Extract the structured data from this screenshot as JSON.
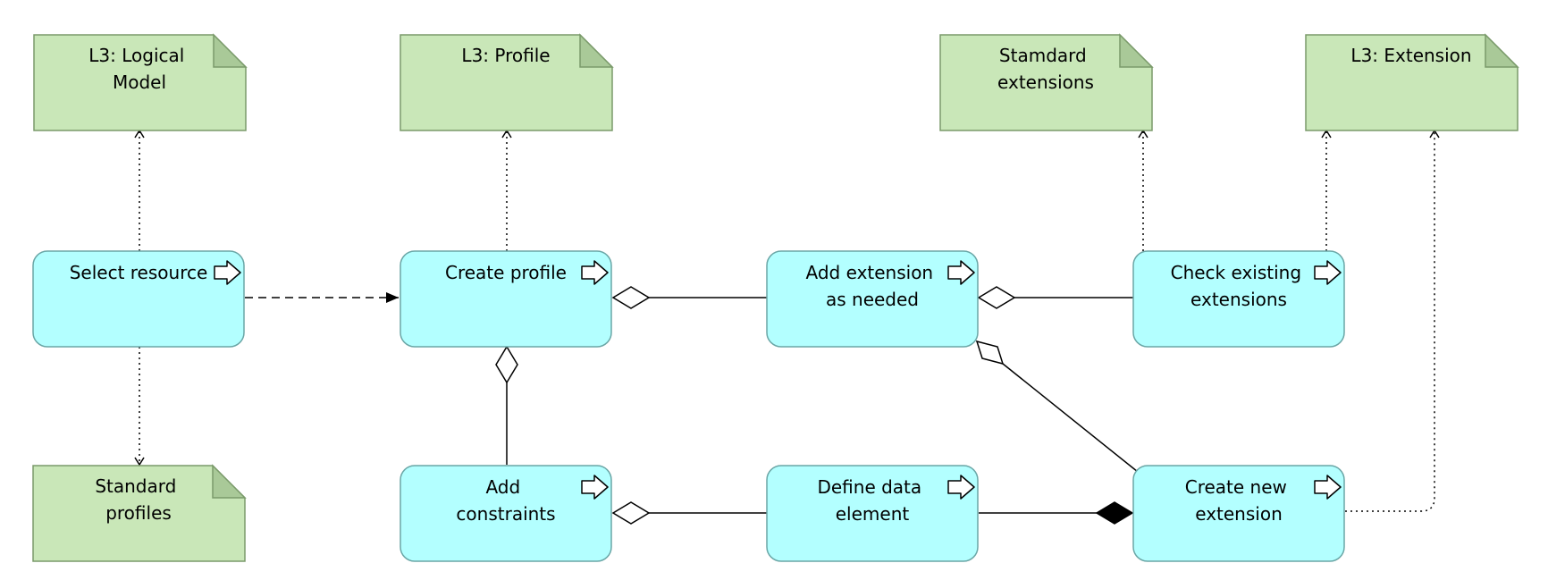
{
  "artifacts": {
    "logical_model": {
      "lines": [
        "L3: Logical",
        "Model"
      ]
    },
    "profile": {
      "lines": [
        "L3: Profile"
      ]
    },
    "standard_extensions": {
      "lines": [
        "Stamdard",
        "extensions"
      ]
    },
    "extension": {
      "lines": [
        "L3: Extension"
      ]
    },
    "standard_profiles": {
      "lines": [
        "Standard",
        "profiles"
      ]
    }
  },
  "processes": {
    "select_resource": {
      "lines": [
        "Select resource"
      ]
    },
    "create_profile": {
      "lines": [
        "Create profile"
      ]
    },
    "add_extension": {
      "lines": [
        "Add extension",
        "as needed"
      ]
    },
    "check_existing": {
      "lines": [
        "Check existing",
        "extensions"
      ]
    },
    "add_constraints": {
      "lines": [
        "Add",
        "constraints"
      ]
    },
    "define_data_element": {
      "lines": [
        "Define data",
        "element"
      ]
    },
    "create_new_extension": {
      "lines": [
        "Create new",
        "extension"
      ]
    }
  },
  "colors": {
    "artifact_fill": "#c9e7b8",
    "artifact_stroke": "#7a9a6a",
    "artifact_fold": "#a9c998",
    "process_fill": "#b3ffff",
    "process_stroke": "#6aa6a6",
    "line": "#000000"
  }
}
